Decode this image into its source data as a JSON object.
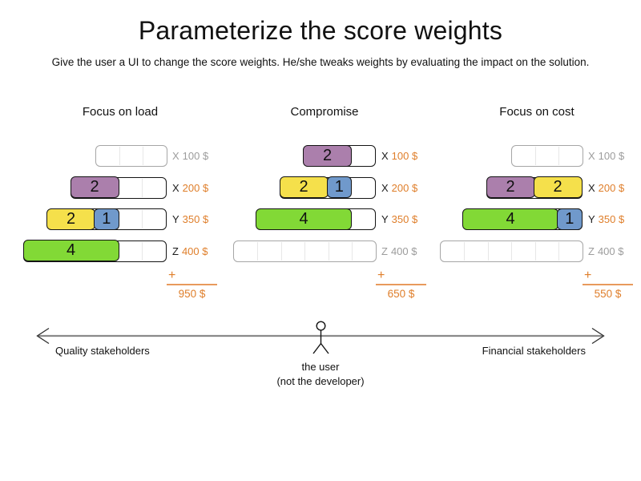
{
  "title": "Parameterize the score weights",
  "subtitle": "Give the user a UI to change the score weights. He/she tweaks weights by evaluating the impact on the solution.",
  "colors": {
    "orange_text": "#df7e2a",
    "orange_line": "#e89a5d",
    "inactive_text": "#9c9c9c",
    "active_border": "#141414",
    "inactive_border": "#a6a6a6",
    "divider": "#e7e7e7",
    "axis_line": "#8a8a8a"
  },
  "block_colors": {
    "purple": "#ab7fac",
    "yellow": "#f5e04b",
    "blue": "#7099cb",
    "green": "#82d936"
  },
  "columns": [
    {
      "title": "Focus on load",
      "plus_sign": "+",
      "total": "950 $",
      "rows": [
        {
          "constraint": "X",
          "price": "100 $",
          "capacity": 3,
          "active": false,
          "blocks": []
        },
        {
          "constraint": "X",
          "price": "200 $",
          "capacity": 4,
          "active": true,
          "blocks": [
            {
              "value": "2",
              "color": "purple"
            }
          ]
        },
        {
          "constraint": "Y",
          "price": "350 $",
          "capacity": 5,
          "active": true,
          "blocks": [
            {
              "value": "2",
              "color": "yellow"
            },
            {
              "value": "1",
              "color": "blue"
            }
          ]
        },
        {
          "constraint": "Z",
          "price": "400 $",
          "capacity": 6,
          "active": true,
          "blocks": [
            {
              "value": "4",
              "color": "green"
            }
          ]
        }
      ]
    },
    {
      "title": "Compromise",
      "plus_sign": "+",
      "total": "650 $",
      "rows": [
        {
          "constraint": "X",
          "price": "100 $",
          "capacity": 3,
          "active": true,
          "blocks": [
            {
              "value": "2",
              "color": "purple"
            }
          ]
        },
        {
          "constraint": "X",
          "price": "200 $",
          "capacity": 4,
          "active": true,
          "blocks": [
            {
              "value": "2",
              "color": "yellow"
            },
            {
              "value": "1",
              "color": "blue"
            }
          ]
        },
        {
          "constraint": "Y",
          "price": "350 $",
          "capacity": 5,
          "active": true,
          "blocks": [
            {
              "value": "4",
              "color": "green"
            }
          ]
        },
        {
          "constraint": "Z",
          "price": "400 $",
          "capacity": 6,
          "active": false,
          "blocks": []
        }
      ]
    },
    {
      "title": "Focus on cost",
      "plus_sign": "+",
      "total": "550 $",
      "rows": [
        {
          "constraint": "X",
          "price": "100 $",
          "capacity": 3,
          "active": false,
          "blocks": []
        },
        {
          "constraint": "X",
          "price": "200 $",
          "capacity": 4,
          "active": true,
          "blocks": [
            {
              "value": "2",
              "color": "purple"
            },
            {
              "value": "2",
              "color": "yellow"
            }
          ]
        },
        {
          "constraint": "Y",
          "price": "350 $",
          "capacity": 5,
          "active": true,
          "blocks": [
            {
              "value": "4",
              "color": "green"
            },
            {
              "value": "1",
              "color": "blue"
            }
          ]
        },
        {
          "constraint": "Z",
          "price": "400 $",
          "capacity": 6,
          "active": false,
          "blocks": []
        }
      ]
    }
  ],
  "axis": {
    "left_label": "Quality stakeholders",
    "right_label": "Financial stakeholders",
    "figure_label": "the user",
    "figure_sublabel": "(not the developer)"
  }
}
